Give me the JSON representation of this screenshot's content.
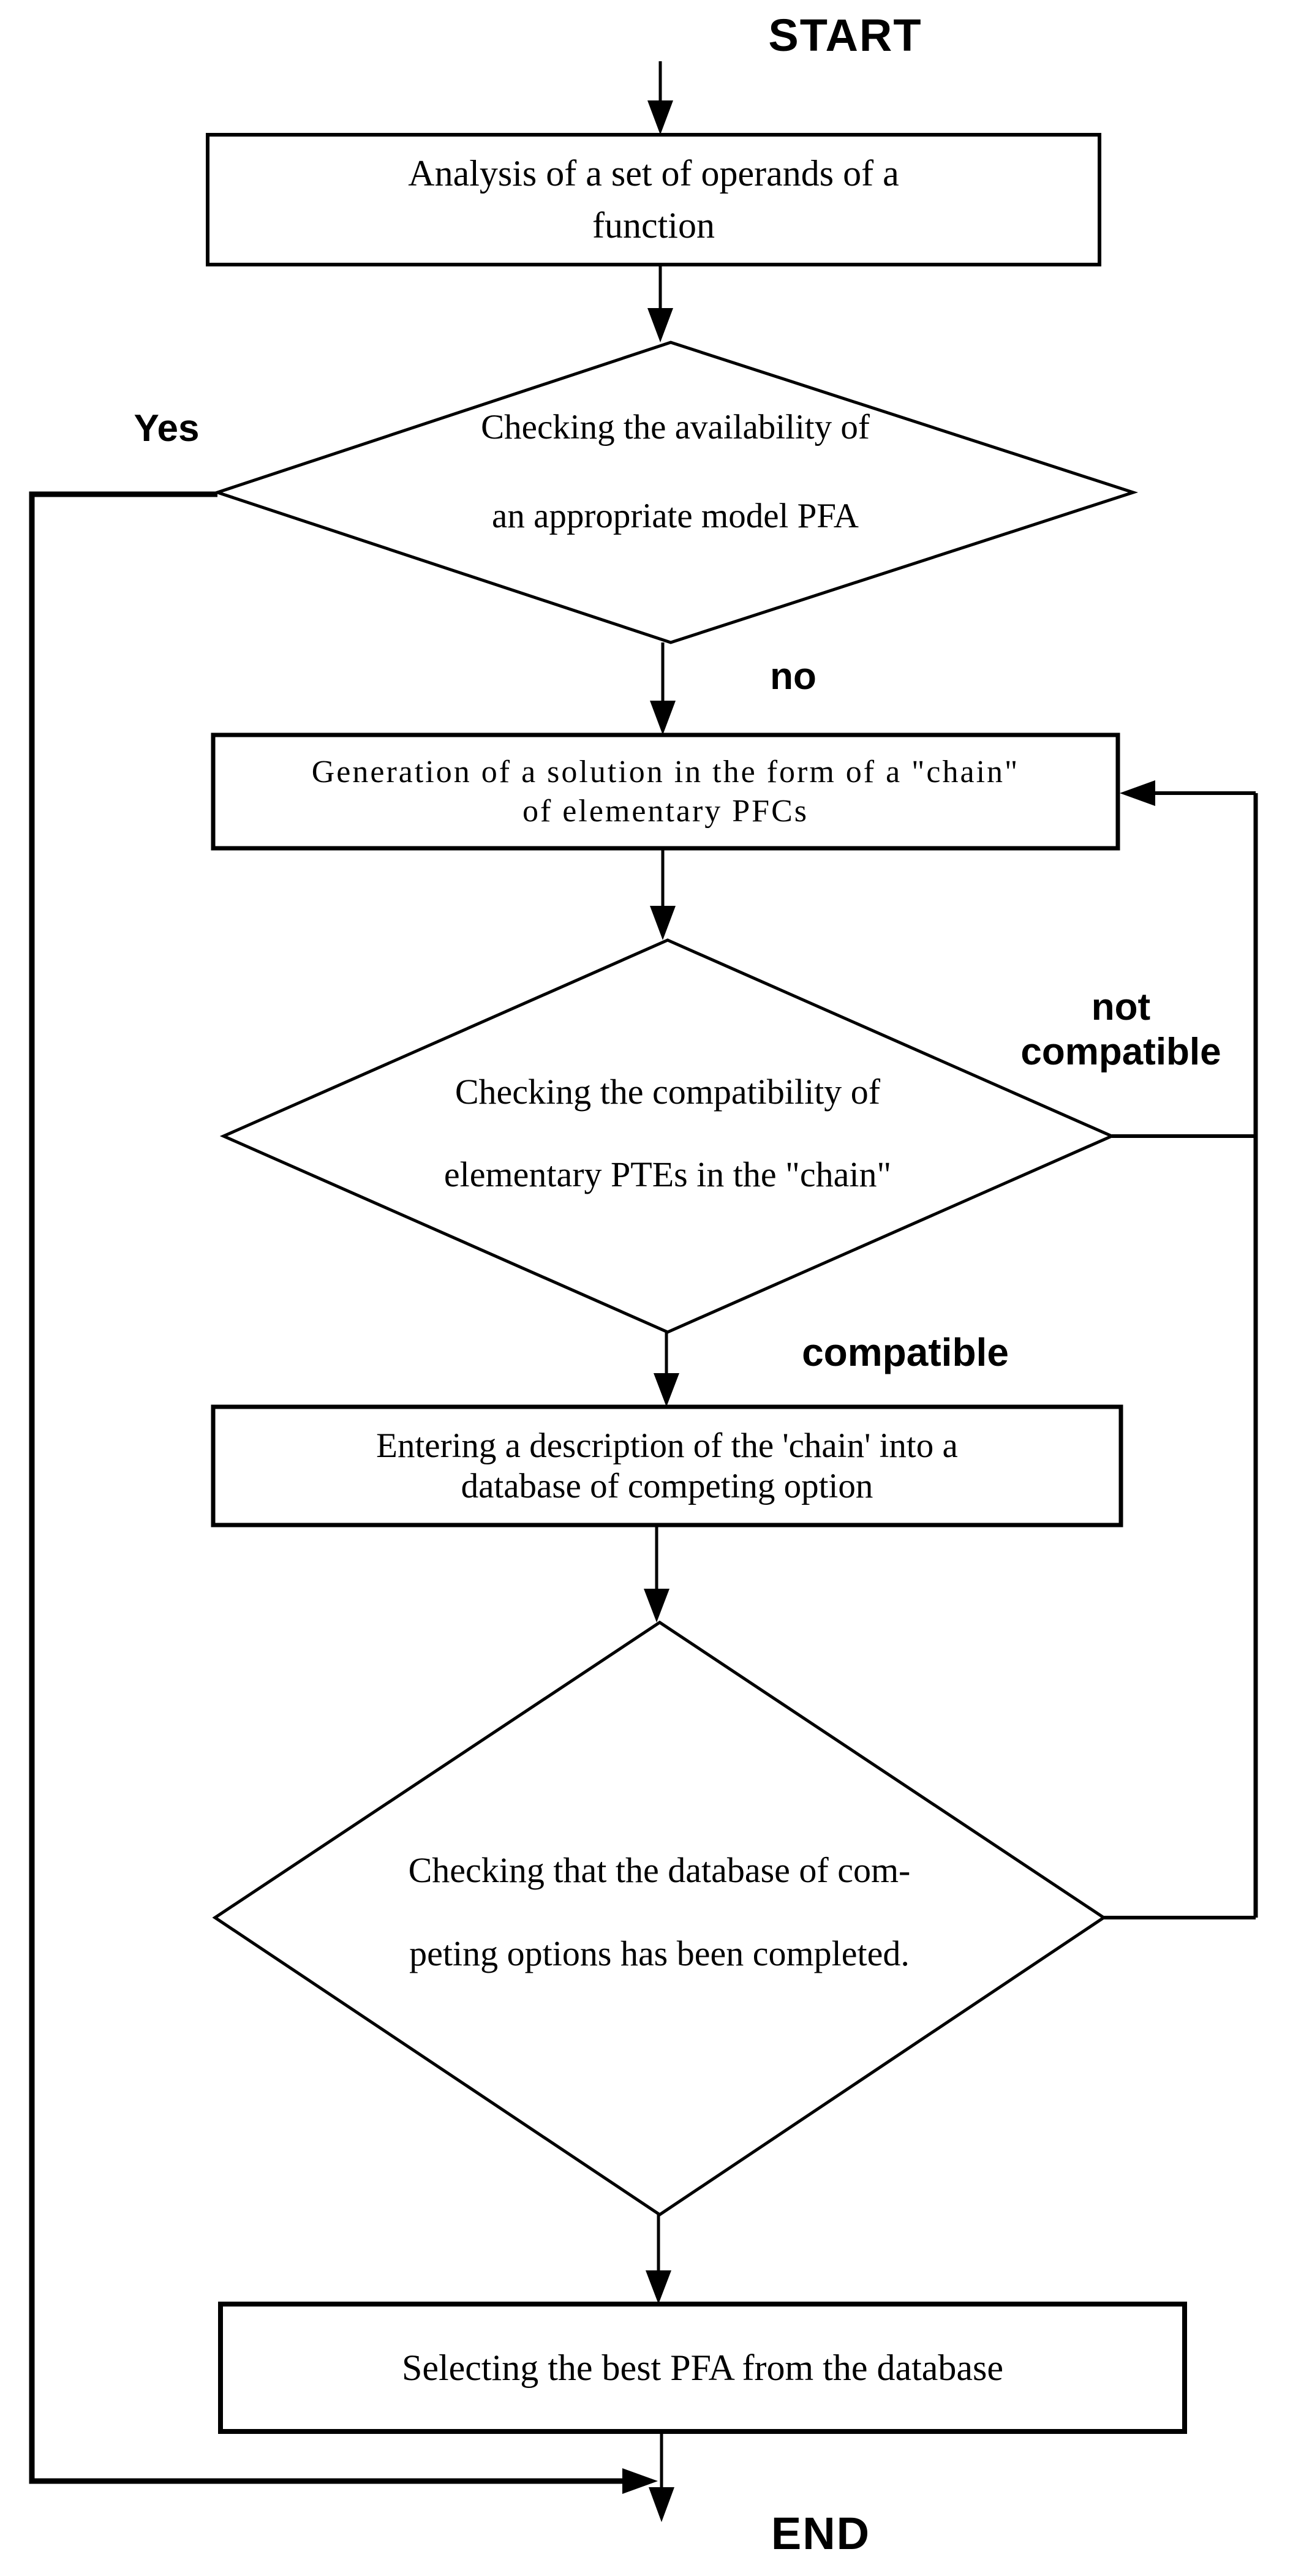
{
  "diagram": {
    "kind": "flowchart",
    "ink_color": "#000000",
    "background_color": "#ffffff"
  },
  "labels": {
    "start": "START",
    "end": "END",
    "yes": "Yes",
    "no": "no",
    "not_compatible": {
      "line1": "not",
      "line2": "compatible"
    },
    "compatible": "compatible"
  },
  "nodes": {
    "analysis": {
      "type": "process",
      "line1": "Analysis of a set of operands of a",
      "line2": "function"
    },
    "availability": {
      "type": "decision",
      "line1": "Checking the availability of",
      "line2": "an appropriate model PFA"
    },
    "generation": {
      "type": "process",
      "line1": "Generation of a solution in the form of a \"chain\"",
      "line2": "of elementary PFCs"
    },
    "compatibility": {
      "type": "decision",
      "line1": "Checking the compatibility of",
      "line2": "elementary PTEs in the \"chain\""
    },
    "entering": {
      "type": "process",
      "line1": "Entering a description of the 'chain' into a",
      "line2": "database of competing option"
    },
    "completed": {
      "type": "decision",
      "line1": "Checking that the database of com-",
      "line2": "peting options has been completed."
    },
    "selecting": {
      "type": "process",
      "line1": "Selecting the best PFA from the database"
    }
  }
}
